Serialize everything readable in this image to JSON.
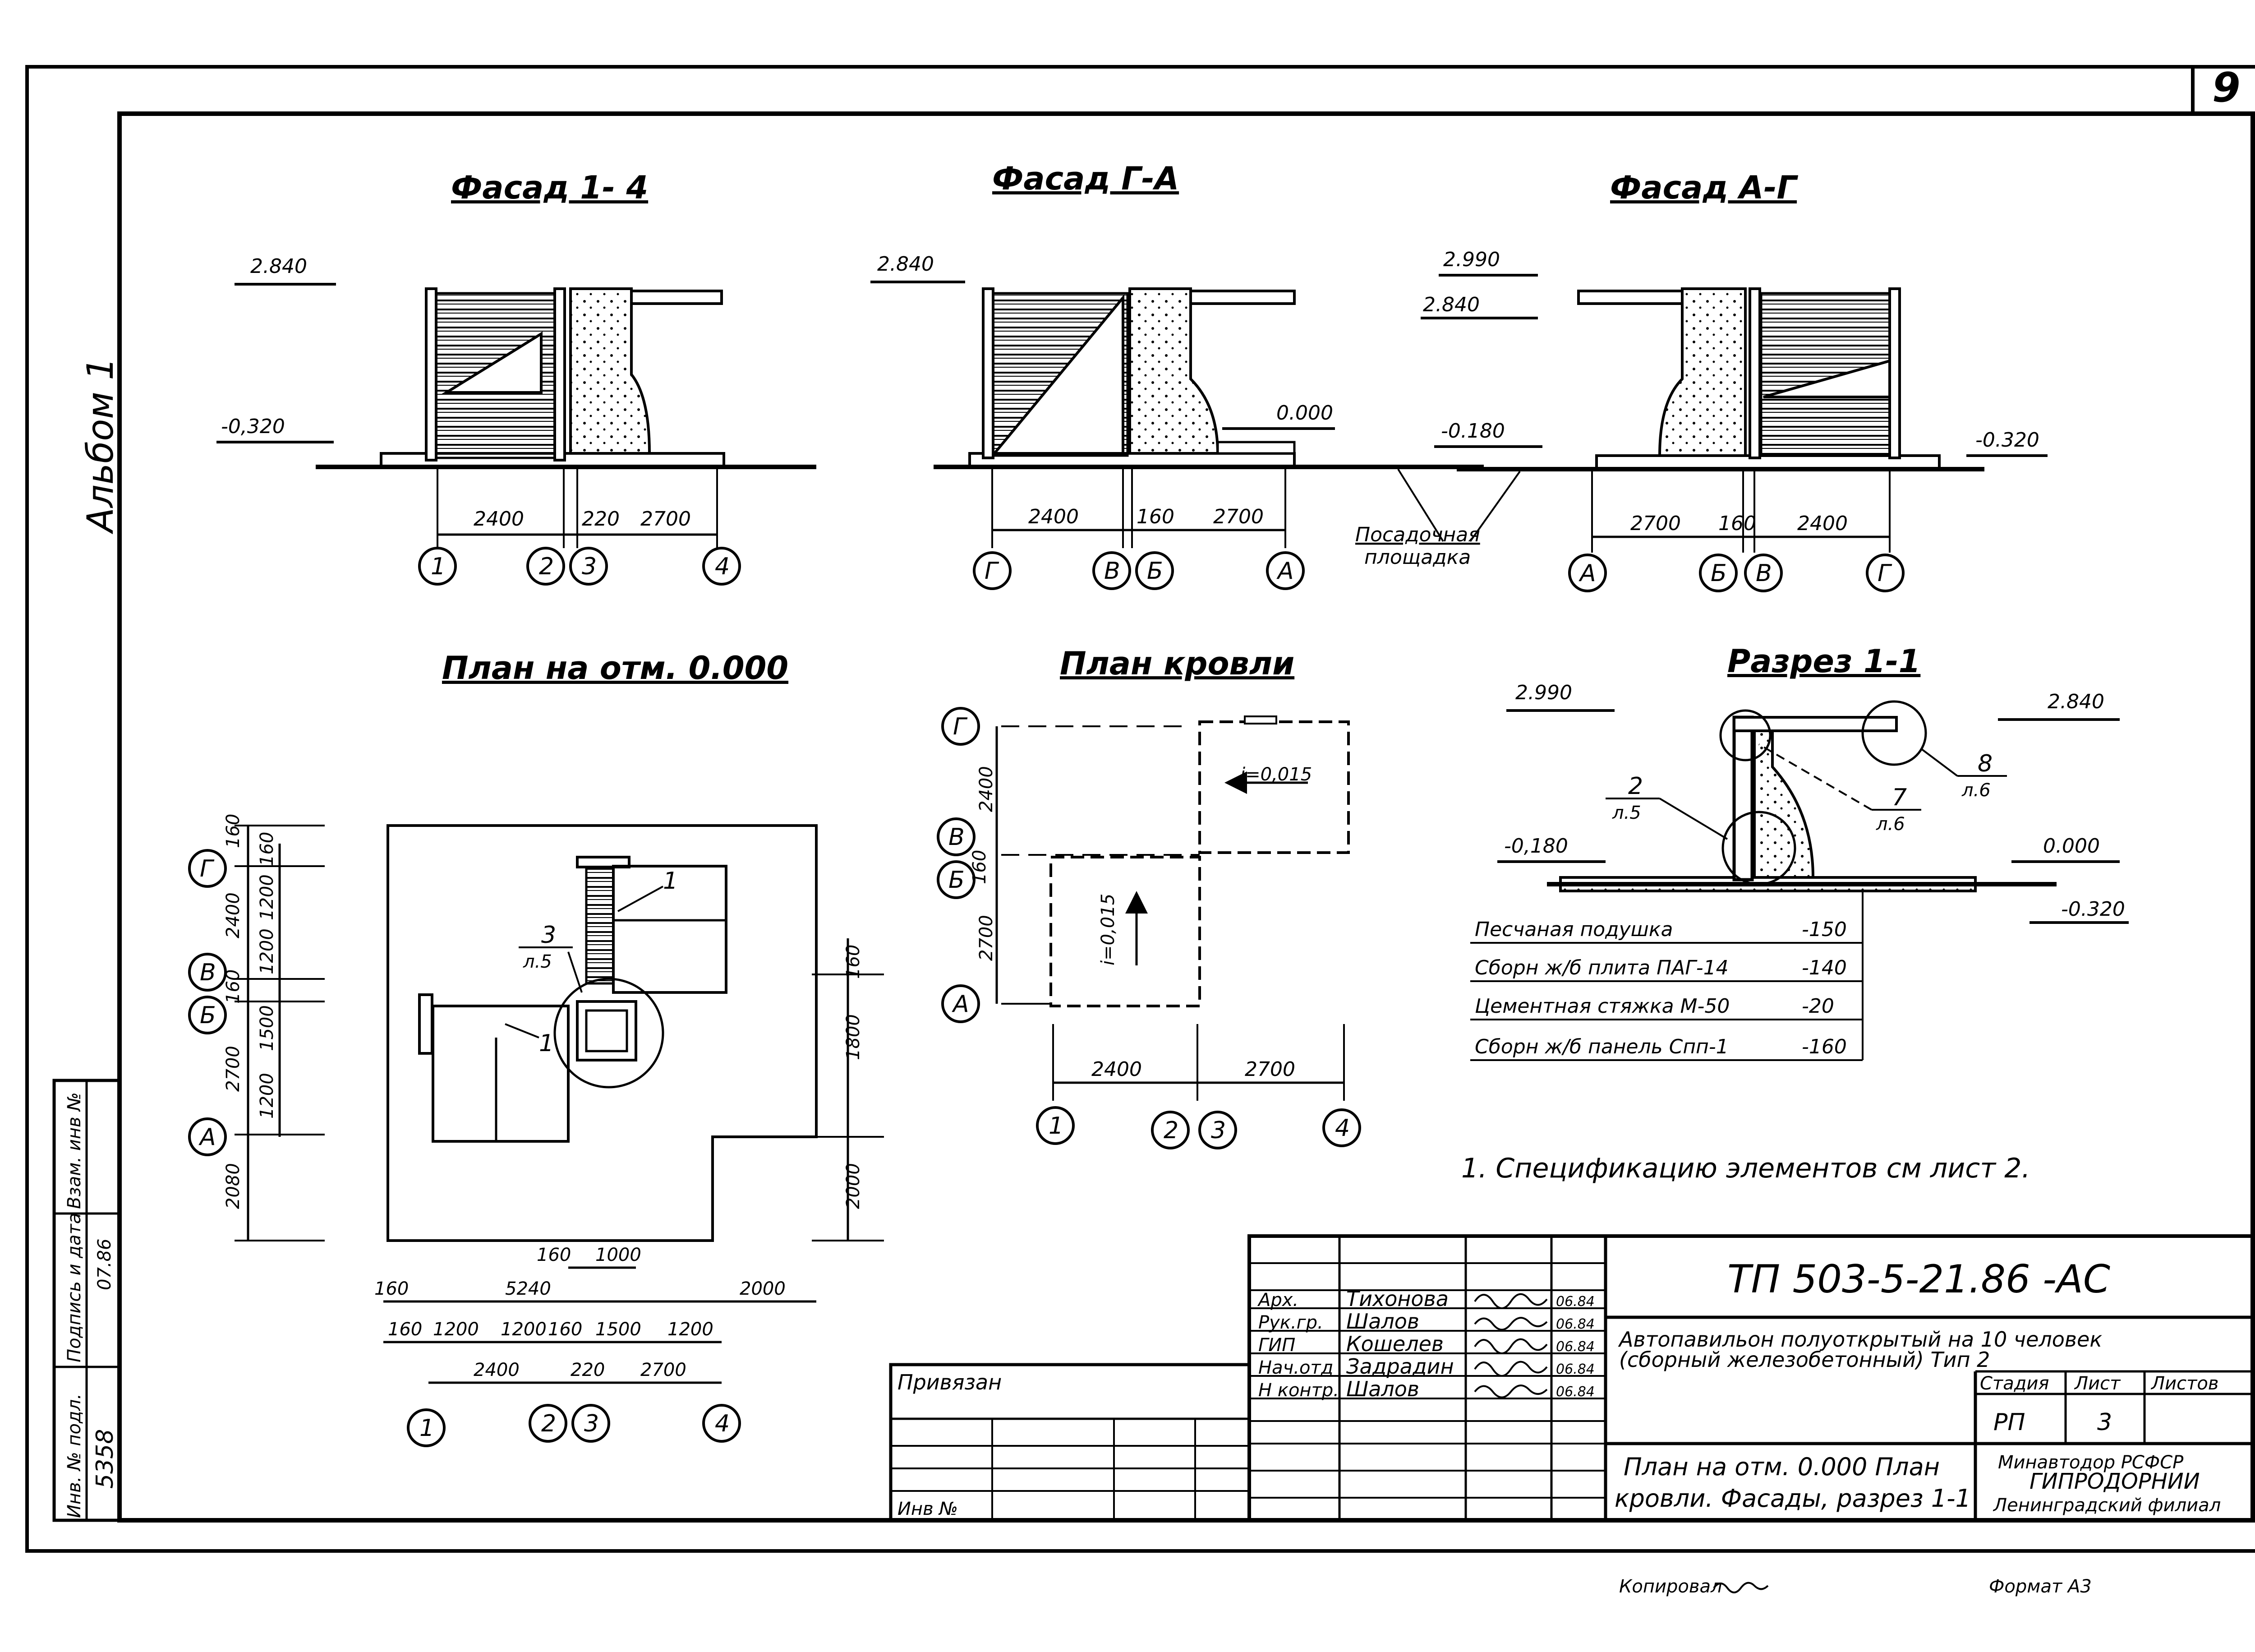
{
  "sheet_number": "9",
  "album_label": "Альбом 1",
  "views": {
    "facade_1_4": {
      "title": "Фасад 1- 4",
      "levels": [
        "2.840",
        "-0,320"
      ],
      "dims": [
        "2400",
        "220",
        "2700"
      ],
      "axes": [
        "1",
        "2",
        "3",
        "4"
      ]
    },
    "facade_g_a": {
      "title": "Фасад Г-А",
      "levels": [
        "2.840",
        "0.000"
      ],
      "dims": [
        "2400",
        "160",
        "2700"
      ],
      "axes": [
        "Г",
        "В",
        "Б",
        "А"
      ],
      "landing_label_1": "Посадочная",
      "landing_label_2": "площадка"
    },
    "facade_a_g": {
      "title": "Фасад А-Г",
      "levels": [
        "2.990",
        "2.840",
        "-0.180",
        "-0.320"
      ],
      "dims": [
        "2700",
        "160",
        "2400"
      ],
      "axes": [
        "А",
        "Б",
        "В",
        "Г"
      ]
    },
    "plan_0000": {
      "title": "План на отм. 0.000",
      "left_dims": [
        "160",
        "2400",
        "160",
        "2700",
        "2080"
      ],
      "inner_left_dims": [
        "160",
        "1200",
        "1200",
        "1500",
        "1200"
      ],
      "right_dims": [
        "160",
        "1800",
        "2000"
      ],
      "bottom_dims_row1": [
        "160",
        "1000"
      ],
      "bottom_dims_row2": [
        "160",
        "5240",
        "2000"
      ],
      "bottom_dims_row3": [
        "160",
        "1200",
        "1200",
        "160",
        "1500",
        "1200"
      ],
      "bottom_dims_row4": [
        "2400",
        "220",
        "2700"
      ],
      "axes_left": [
        "Г",
        "В",
        "Б",
        "А"
      ],
      "axes_bottom": [
        "1",
        "2",
        "3",
        "4"
      ],
      "callout_1": "1",
      "callout_2": "1",
      "callout_3_num": "3",
      "callout_3_sheet": "л.5"
    },
    "roof_plan": {
      "title": "План кровли",
      "left_dims": [
        "2400",
        "160",
        "2700"
      ],
      "slope_1": "i=0,015",
      "slope_2": "i=0,015",
      "bottom_dims": [
        "2400",
        "2700"
      ],
      "axes_left": [
        "Г",
        "В",
        "Б",
        "А"
      ],
      "axes_bottom": [
        "1",
        "2",
        "3",
        "4"
      ]
    },
    "section_1_1": {
      "title": "Разрез 1-1",
      "levels": [
        "2.990",
        "2.840",
        "-0,180",
        "0.000",
        "-0.320"
      ],
      "callouts": [
        {
          "num": "2",
          "sheet": "л.5"
        },
        {
          "num": "7",
          "sheet": "л.6"
        },
        {
          "num": "8",
          "sheet": "л.6"
        }
      ],
      "layers": [
        {
          "name": "Песчаная подушка",
          "value": "-150"
        },
        {
          "name": "Сборн ж/б плита ПАГ-14",
          "value": "-140"
        },
        {
          "name": "Цементная стяжка М-50",
          "value": "-20"
        },
        {
          "name": "Сборн ж/б панель Спп-1",
          "value": "-160"
        }
      ]
    }
  },
  "note": "1. Спецификацию элементов см лист 2.",
  "side_stamp": {
    "labels": [
      "Инв. № подл.",
      "Подпись и дата",
      "Взам. инв №"
    ],
    "inv_number": "5358",
    "date_sig": "07.86"
  },
  "title_block": {
    "code": "ТП 503-5-21.86 -АС",
    "project_line1": "Автопавильон полуоткрытый на 10 человек",
    "project_line2": "(сборный железобетонный) Тип 2",
    "roles": [
      {
        "role": "Арх.",
        "name": "Тихонова",
        "date": "06.84"
      },
      {
        "role": "Рук.гр.",
        "name": "Шалов",
        "date": "06.84"
      },
      {
        "role": "ГИП",
        "name": "Кошелев",
        "date": "06.84"
      },
      {
        "role": "Нач.отд",
        "name": "Задрадин",
        "date": "06.84"
      },
      {
        "role": "Н контр.",
        "name": "Шалов",
        "date": "06.84"
      }
    ],
    "stage_header": "Стадия",
    "sheet_header": "Лист",
    "sheets_header": "Листов",
    "stage": "РП",
    "sheet": "3",
    "sheet_title_1": "План на отм. 0.000 План",
    "sheet_title_2": "кровли. Фасады, разрез 1-1",
    "org_1": "Минавтодор РСФСР",
    "org_2": "ГИПРОДОРНИИ",
    "org_3": "Ленинградский филиал",
    "privyazan": "Привязан",
    "inv_no": "Инв №"
  },
  "bottom_notes": {
    "copied": "Копировал",
    "format": "Формат А3"
  }
}
